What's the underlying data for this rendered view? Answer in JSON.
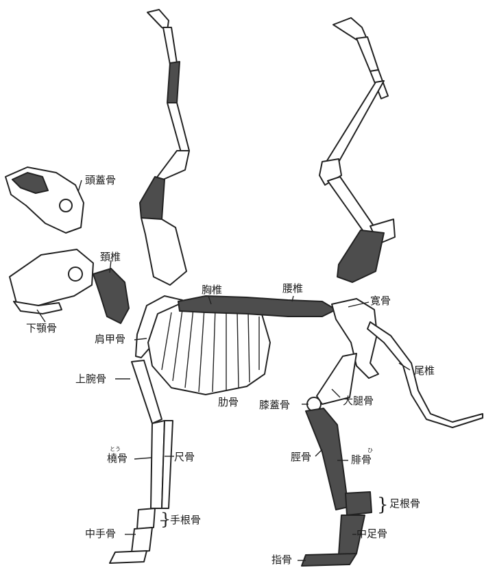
{
  "labels": {
    "skull": "頭蓋骨",
    "cervical": "頚椎",
    "mandible": "下顎骨",
    "thoracic": "胸椎",
    "lumbar": "腰椎",
    "pelvis": "寛骨",
    "scapula": "肩甲骨",
    "humerus": "上腕骨",
    "ribs": "肋骨",
    "patella": "膝蓋骨",
    "femur": "大腿骨",
    "tail": "尾椎",
    "radius": "橈骨",
    "radius_ruby": "とう",
    "ulna": "尺骨",
    "tibia": "脛骨",
    "fibula": "腓骨",
    "fibula_ruby": "ひ",
    "tarsal": "足根骨",
    "carpal": "手根骨",
    "metacarpal": "中手骨",
    "metatarsal": "中足骨",
    "phalanges": "指骨"
  }
}
